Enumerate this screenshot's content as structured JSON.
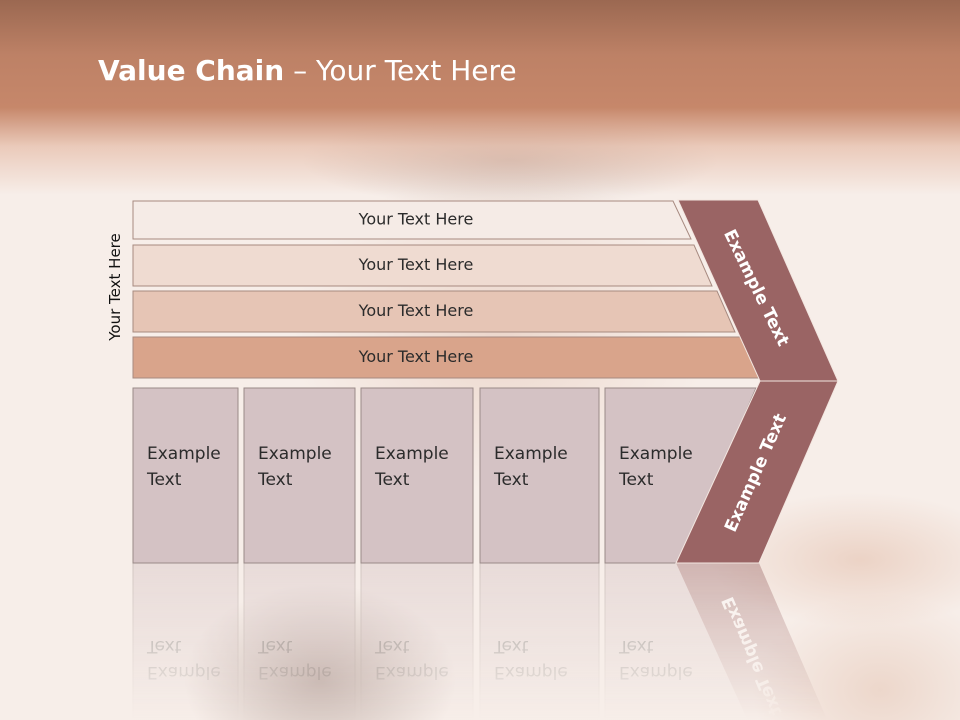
{
  "title": {
    "bold": "Value Chain",
    "rest": " – Your Text Here"
  },
  "side_label": "Your Text Here",
  "rows": [
    {
      "label": "Your Text Here",
      "color": "#f5ebe6"
    },
    {
      "label": "Your Text Here",
      "color": "#efdbd1"
    },
    {
      "label": "Your Text Here",
      "color": "#e6c5b5"
    },
    {
      "label": "Your Text Here",
      "color": "#d9a48b"
    }
  ],
  "columns": [
    {
      "line1": "Example",
      "line2": "Text"
    },
    {
      "line1": "Example",
      "line2": "Text"
    },
    {
      "line1": "Example",
      "line2": "Text"
    },
    {
      "line1": "Example",
      "line2": "Text"
    },
    {
      "line1": "Example",
      "line2": "Text"
    }
  ],
  "chevron": {
    "upper": "Example Text",
    "lower": "Example Text",
    "color": "#9a6464"
  },
  "colors": {
    "column_fill": "#d4c2c4",
    "column_stroke": "#9a8a88",
    "title_band": "#c0846a"
  }
}
